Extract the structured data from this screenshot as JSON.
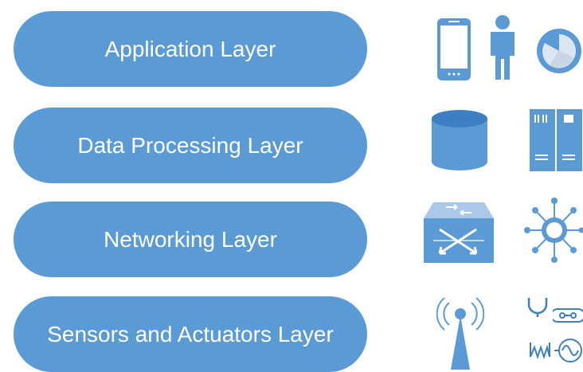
{
  "colors": {
    "layer_fill": "#5b9bd5",
    "icon_fill": "#5b9bd5",
    "icon_dark": "#3e7fc1",
    "icon_light": "#a9c8ea",
    "label_text": "#ffffff"
  },
  "layers": [
    {
      "label": "Application Layer",
      "icons": [
        "smartphone-icon",
        "person-icon",
        "pie-chart-icon"
      ]
    },
    {
      "label": "Data Processing Layer",
      "icons": [
        "database-cylinder-icon",
        "server-rack-icon"
      ]
    },
    {
      "label": "Networking Layer",
      "icons": [
        "network-switch-icon",
        "network-hub-icon"
      ]
    },
    {
      "label": "Sensors and Actuators Layer",
      "icons": [
        "radio-antenna-icon",
        "sensor-icon",
        "actuator-icon",
        "waveform-sensor-icon",
        "signal-icon"
      ]
    }
  ]
}
